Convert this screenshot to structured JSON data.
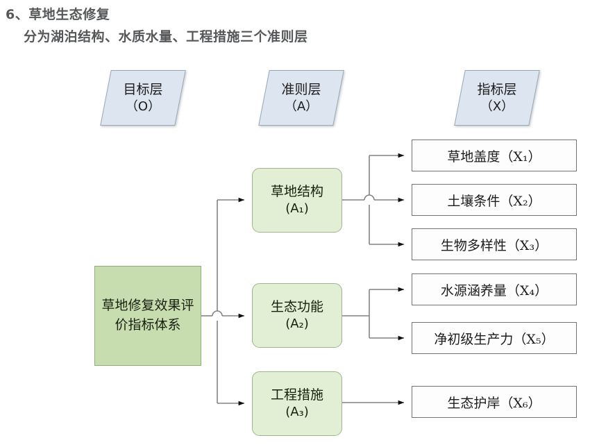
{
  "heading": {
    "line1": "6、草地生态修复",
    "line2": "分为湖泊结构、水质水量、工程措施三个准则层"
  },
  "layer_headers": [
    {
      "name": "goal",
      "title": "目标层",
      "code": "（O）"
    },
    {
      "name": "criteria",
      "title": "准则层",
      "code": "（A）"
    },
    {
      "name": "indicator",
      "title": "指标层",
      "code": "（X）"
    }
  ],
  "goal": {
    "label": "草地修复效果评价指标体系"
  },
  "criteria": [
    {
      "id": "A1",
      "title": "草地结构",
      "code": "(A₁)"
    },
    {
      "id": "A2",
      "title": "生态功能",
      "code": "(A₂)"
    },
    {
      "id": "A3",
      "title": "工程措施",
      "code": "(A₃)"
    }
  ],
  "indicators": [
    {
      "id": "X1",
      "label": "草地盖度（X₁）",
      "parent": "A1"
    },
    {
      "id": "X2",
      "label": "土壤条件（X₂）",
      "parent": "A1"
    },
    {
      "id": "X3",
      "label": "生物多样性（X₃）",
      "parent": "A1"
    },
    {
      "id": "X4",
      "label": "水源涵养量（X₄）",
      "parent": "A2"
    },
    {
      "id": "X5",
      "label": "净初级生产力（X₅）",
      "parent": "A2"
    },
    {
      "id": "X6",
      "label": "生态护岸（X₆）",
      "parent": "A3"
    }
  ],
  "colors": {
    "header_fill": "#dde6f0",
    "header_stroke": "#9aa7b4",
    "goal_fill": "#c7dcaf",
    "goal_stroke": "#8fae71",
    "criteria_fill": "#e3efd5",
    "criteria_stroke": "#9db589",
    "indicator_fill": "#fdfdfd",
    "indicator_stroke": "#6f7276",
    "connector": "#808386",
    "heading_text": "#555759"
  }
}
